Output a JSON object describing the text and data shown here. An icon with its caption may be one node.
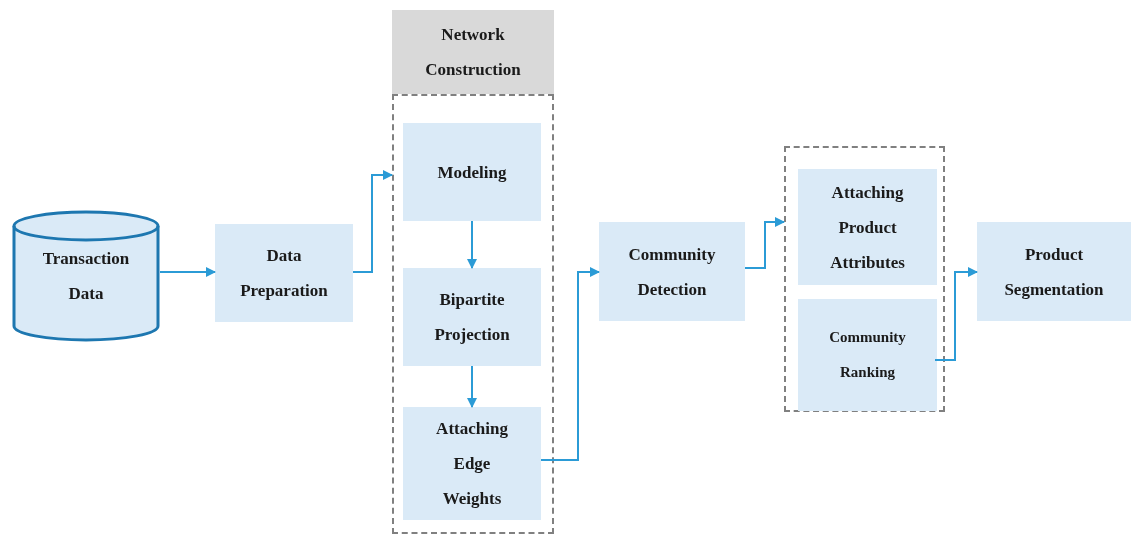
{
  "diagram": {
    "nodes": [
      {
        "text": [
          "Transaction Data"
        ]
      },
      {
        "text": [
          "Data Preparation"
        ]
      },
      {
        "text": [
          "Network Construction"
        ]
      },
      {
        "text": [
          "Modeling"
        ],
        "in": 2
      },
      {
        "text": [
          "Bipartite Projection"
        ],
        "in": 2
      },
      {
        "text": [
          "Attaching Edge Weights"
        ],
        "in": 2
      },
      {
        "text": [
          "Community Detection"
        ]
      },
      {
        "text": [],
        "shape": "box"
      },
      {
        "text": [
          "Attaching Product Attributes"
        ],
        "in": 7
      },
      {
        "text": [
          "Community Ranking"
        ],
        "in": 7
      },
      {
        "text": [
          "Product Segmentation"
        ]
      }
    ],
    "edges": [
      {
        "from": 0,
        "to": 1,
        "arrow": "to"
      },
      {
        "from": 1,
        "to": 2,
        "arrow": "to"
      },
      {
        "from": 3,
        "to": 4,
        "arrow": "to"
      },
      {
        "from": 4,
        "to": 5,
        "arrow": "to"
      },
      {
        "from": 5,
        "to": 6,
        "arrow": "to"
      },
      {
        "from": 6,
        "to": 7,
        "arrow": "to"
      },
      {
        "from": 9,
        "to": 10,
        "arrow": "to"
      }
    ]
  }
}
